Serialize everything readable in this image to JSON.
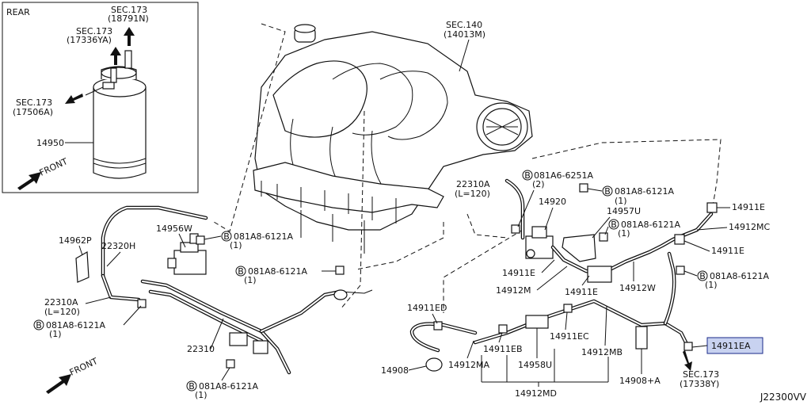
{
  "inset": {
    "title": "REAR",
    "front": "FRONT"
  },
  "main_front": "FRONT",
  "diagram_code": "J22300VV",
  "highlight_color": "#c8d2f0",
  "labels": {
    "sec173_18791n_a": "SEC.173",
    "sec173_18791n_b": "(18791N)",
    "sec173_17336ya_a": "SEC.173",
    "sec173_17336ya_b": "(17336YA)",
    "sec173_17506a_a": "SEC.173",
    "sec173_17506a_b": "(17506A)",
    "p14950": "14950",
    "sec140_a": "SEC.140",
    "sec140_b": "(14013M)",
    "p22310a_top_a": "22310A",
    "p22310a_top_b": "(L=120)",
    "b1a6_a": "081A6-6251A",
    "b1a6_b": "(2)",
    "b1a8_a_a": "081A8-6121A",
    "b1a8_a_b": "(1)",
    "p14920": "14920",
    "p14957u": "14957U",
    "b1a8_b_a": "081A8-6121A",
    "b1a8_b_b": "(1)",
    "p14911e_a": "14911E",
    "p14912mc": "14912MC",
    "p14911e_b": "14911E",
    "p14962p": "14962P",
    "p22320h": "22320H",
    "p14956w": "14956W",
    "b1a8_c_a": "081A8-6121A",
    "b1a8_c_b": "(1)",
    "b1a8_d_a": "081A8-6121A",
    "b1a8_d_b": "(1)",
    "p14911e_c": "14911E",
    "p14912m": "14912M",
    "p14911e_d": "14911E",
    "p14912w": "14912W",
    "b1a8_e_a": "081A8-6121A",
    "b1a8_e_b": "(1)",
    "p22310a_left_a": "22310A",
    "p22310a_left_b": "(L=120)",
    "b1a8_f_a": "081A8-6121A",
    "b1a8_f_b": "(1)",
    "p14911ed": "14911ED",
    "p14911ea": "14911EA",
    "p22310": "22310",
    "p14911eb": "14911EB",
    "p14911ec": "14911EC",
    "p14912mb": "14912MB",
    "p14908": "14908",
    "p14912ma": "14912MA",
    "p14958u": "14958U",
    "p14908a": "14908+A",
    "sec173_17338y_a": "SEC.173",
    "sec173_17338y_b": "(17338Y)",
    "b1a8_g_a": "081A8-6121A",
    "b1a8_g_b": "(1)",
    "p14912md": "14912MD"
  },
  "icons": {
    "bolt_marker": "B"
  }
}
